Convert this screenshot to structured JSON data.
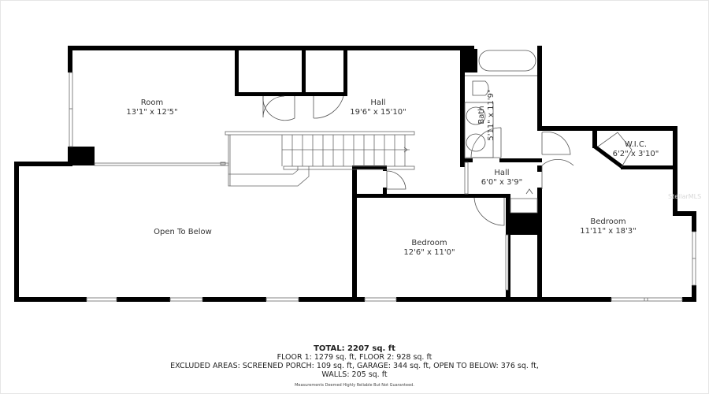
{
  "rooms": [
    {
      "name": "Room",
      "dims": "13'1\" x 12'5\""
    },
    {
      "name": "Hall",
      "dims": "19'6\" x 15'10\""
    },
    {
      "name": "Bath",
      "dims": "5'11\" x 11'9\""
    },
    {
      "name": "W.I.C.",
      "dims": "6'2\" x 3'10\""
    },
    {
      "name": "Hall",
      "dims": "6'0\" x 3'9\""
    },
    {
      "name": "Open To Below",
      "dims": ""
    },
    {
      "name": "Bedroom",
      "dims": "12'6\" x 11'0\""
    },
    {
      "name": "Bedroom",
      "dims": "11'11\" x 18'3\""
    }
  ],
  "summary": {
    "total": "TOTAL: 2207 sq. ft",
    "floors": "FLOOR 1: 1279 sq. ft, FLOOR 2: 928 sq. ft",
    "excluded": "EXCLUDED AREAS: SCREENED PORCH: 109 sq. ft, GARAGE: 344 sq. ft, OPEN TO BELOW: 376 sq. ft,",
    "walls": "WALLS: 205 sq. ft",
    "disclaimer": "Measurements Deemed Highly Reliable But Not Guaranteed."
  },
  "watermark": "StellarMLS",
  "colors": {
    "wall": "#000000",
    "line": "#555555",
    "text": "#333333"
  }
}
